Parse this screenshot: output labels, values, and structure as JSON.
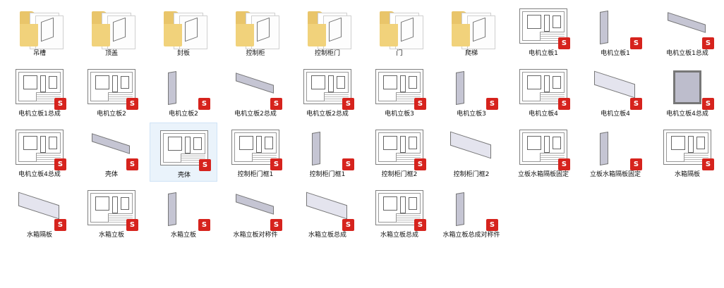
{
  "files": [
    {
      "name": "吊槽",
      "kind": "folder",
      "sw": false
    },
    {
      "name": "顶盖",
      "kind": "folder",
      "sw": false
    },
    {
      "name": "封板",
      "kind": "folder",
      "sw": false
    },
    {
      "name": "控制柜",
      "kind": "folder",
      "sw": false
    },
    {
      "name": "控制柜门",
      "kind": "folder",
      "sw": false
    },
    {
      "name": "门",
      "kind": "folder",
      "sw": false
    },
    {
      "name": "爬梯",
      "kind": "folder",
      "sw": false
    },
    {
      "name": "电机立板1",
      "kind": "drawing",
      "sw": true
    },
    {
      "name": "电机立板1",
      "kind": "part",
      "sw": true
    },
    {
      "name": "电机立板1总成",
      "kind": "part",
      "sw": true
    },
    {
      "name": "电机立板1总成",
      "kind": "drawing",
      "sw": true
    },
    {
      "name": "电机立板2",
      "kind": "drawing",
      "sw": true
    },
    {
      "name": "电机立板2",
      "kind": "part",
      "sw": true
    },
    {
      "name": "电机立板2总成",
      "kind": "part",
      "sw": true
    },
    {
      "name": "电机立板2总成",
      "kind": "drawing",
      "sw": true
    },
    {
      "name": "电机立板3",
      "kind": "drawing",
      "sw": true
    },
    {
      "name": "电机立板3",
      "kind": "part",
      "sw": true
    },
    {
      "name": "电机立板4",
      "kind": "drawing",
      "sw": true
    },
    {
      "name": "电机立板4",
      "kind": "part",
      "sw": true
    },
    {
      "name": "电机立板4总成",
      "kind": "part",
      "sw": true
    },
    {
      "name": "电机立板4总成",
      "kind": "drawing",
      "sw": true
    },
    {
      "name": "壳体",
      "kind": "part",
      "sw": true
    },
    {
      "name": "壳体",
      "kind": "drawing",
      "sw": true,
      "selected": true
    },
    {
      "name": "控制柜门框1",
      "kind": "drawing",
      "sw": true
    },
    {
      "name": "控制柜门框1",
      "kind": "part",
      "sw": true
    },
    {
      "name": "控制柜门框2",
      "kind": "drawing",
      "sw": true
    },
    {
      "name": "控制柜门框2",
      "kind": "part",
      "sw": false
    },
    {
      "name": "立板水箱隔板固定",
      "kind": "drawing",
      "sw": true
    },
    {
      "name": "立板水箱隔板固定",
      "kind": "part",
      "sw": true
    },
    {
      "name": "水箱隔板",
      "kind": "drawing",
      "sw": true
    },
    {
      "name": "水箱隔板",
      "kind": "part",
      "sw": true
    },
    {
      "name": "水箱立板",
      "kind": "drawing",
      "sw": true
    },
    {
      "name": "水箱立板",
      "kind": "part",
      "sw": true
    },
    {
      "name": "水箱立板对称件",
      "kind": "part",
      "sw": true
    },
    {
      "name": "水箱立板总成",
      "kind": "part",
      "sw": true
    },
    {
      "name": "水箱立板总成",
      "kind": "drawing",
      "sw": true
    },
    {
      "name": "水箱立板总成对称件",
      "kind": "part",
      "sw": true
    }
  ],
  "badge_text": "S"
}
